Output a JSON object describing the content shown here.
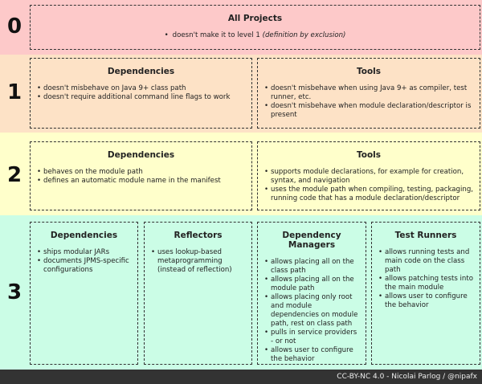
{
  "colors": {
    "level0": "#fdc9c9",
    "level1": "#fde2c6",
    "level2": "#ffffcb",
    "level3": "#cbfde6",
    "footer": "#333333"
  },
  "levels": [
    {
      "number": "0",
      "boxes": [
        {
          "title": "All Projects",
          "items": [
            {
              "text": "doesn't make it to level 1 ",
              "em": "(definition by exclusion)"
            }
          ]
        }
      ]
    },
    {
      "number": "1",
      "boxes": [
        {
          "title": "Dependencies",
          "items": [
            {
              "text": "doesn't misbehave on Java 9+ class path"
            },
            {
              "text": "doesn't require additional command line flags to work"
            }
          ]
        },
        {
          "title": "Tools",
          "items": [
            {
              "text": "doesn't misbehave when using Java 9+ as compiler, test runner, etc."
            },
            {
              "text": "doesn't misbehave when module declaration/descriptor is present"
            }
          ]
        }
      ]
    },
    {
      "number": "2",
      "boxes": [
        {
          "title": "Dependencies",
          "items": [
            {
              "text": "behaves on the module path"
            },
            {
              "text": "defines an automatic module name in the manifest"
            }
          ]
        },
        {
          "title": "Tools",
          "items": [
            {
              "text": "supports module declarations, for example for creation, syntax, and navigation"
            },
            {
              "text": "uses the module path when compiling, testing, packaging, running code that has a module declaration/descriptor"
            }
          ]
        }
      ]
    },
    {
      "number": "3",
      "boxes": [
        {
          "title": "Dependencies",
          "items": [
            {
              "text": "ships modular JARs"
            },
            {
              "text": "documents JPMS-specific configurations"
            }
          ]
        },
        {
          "title": "Reflectors",
          "items": [
            {
              "text": "uses lookup-based metaprogramming (instead of reflection)"
            }
          ]
        },
        {
          "title": "Dependency Managers",
          "items": [
            {
              "text": "allows placing all on the class path"
            },
            {
              "text": "allows placing all on the module path"
            },
            {
              "text": "allows placing only root and module dependencies on module path, rest on class path"
            },
            {
              "text": "pulls in service providers - or not"
            },
            {
              "text": "allows user to configure the behavior"
            }
          ]
        },
        {
          "title": "Test Runners",
          "items": [
            {
              "text": "allows running tests and main code on the class path"
            },
            {
              "text": "allows patching tests into the main module"
            },
            {
              "text": "allows user to configure the behavior"
            }
          ]
        }
      ]
    }
  ],
  "footer": "CC-BY-NC 4.0 - Nicolai Parlog / @nipafx"
}
